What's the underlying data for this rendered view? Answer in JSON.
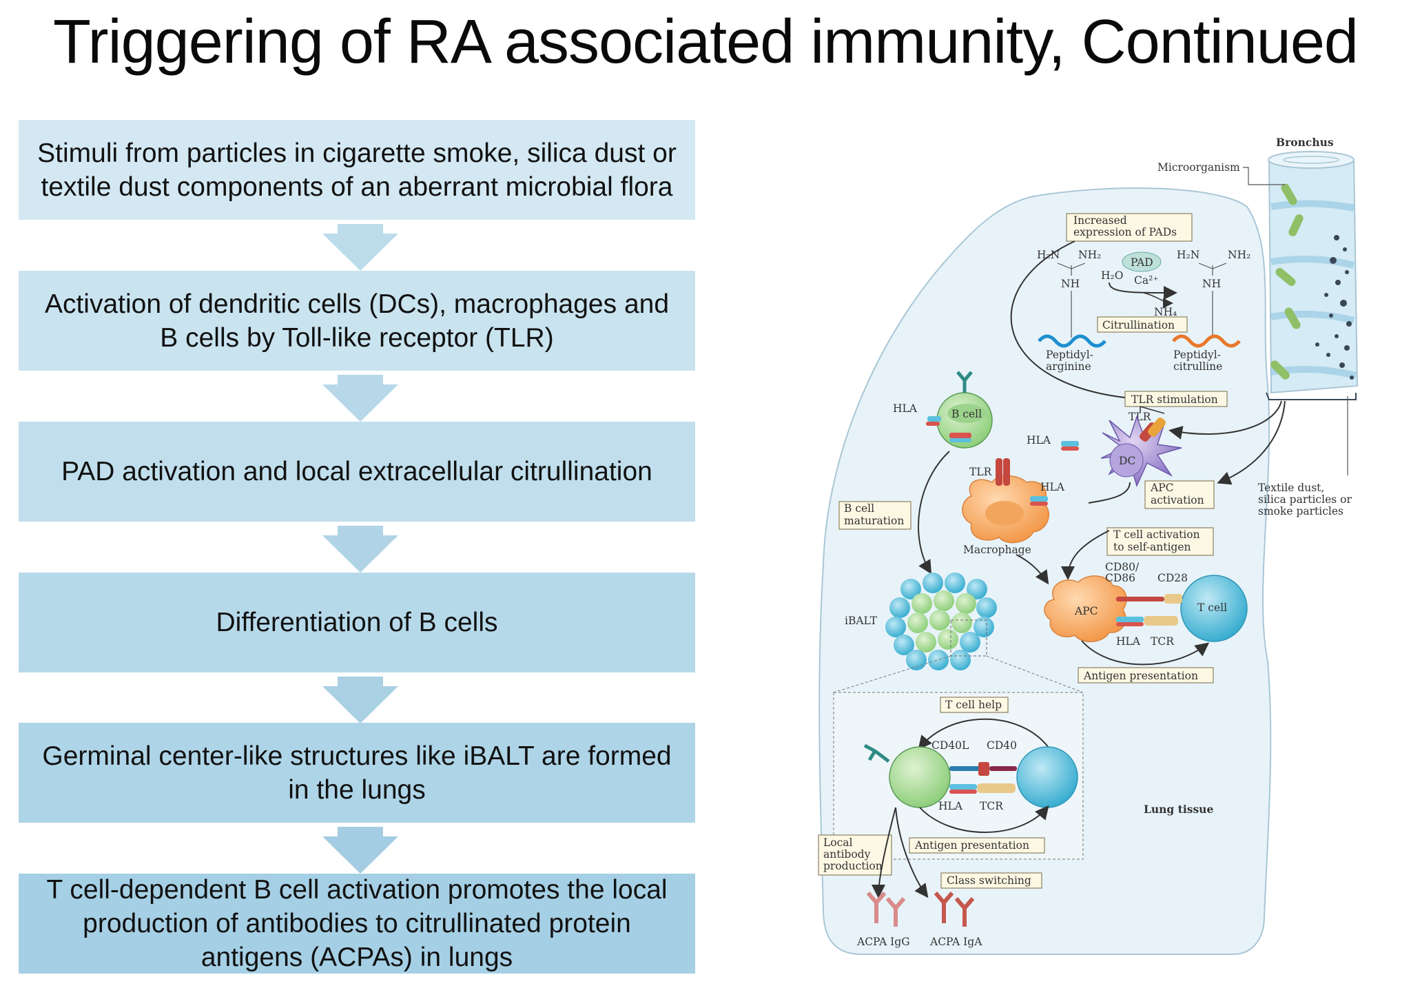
{
  "title": "Triggering of RA associated immunity, Continued",
  "flow": [
    {
      "text": "Stimuli from particles in cigarette smoke, silica dust or textile dust components of an aberrant microbial flora",
      "color": "#d3e8f2"
    },
    {
      "text": "Activation of dendritic cells (DCs), macrophages and B cells by Toll-like receptor (TLR)",
      "color": "#c9e3ef"
    },
    {
      "text": "PAD activation and local extracellular citrullination",
      "color": "#c0deec"
    },
    {
      "text": "Differentiation of B cells",
      "color": "#b6d9ea"
    },
    {
      "text": "Germinal center-like structures like iBALT are formed in the lungs",
      "color": "#aed4e7"
    },
    {
      "text": "T cell-dependent B cell activation promotes the local production of antibodies to citrullinated protein antigens (ACPAs) in lungs",
      "color": "#a5cfe4"
    }
  ],
  "diagram": {
    "bronchus": "Bronchus",
    "microorganism": "Microorganism",
    "increased_pads_1": "Increased",
    "increased_pads_2": "expression of PADs",
    "pad": "PAD",
    "h2n_left": "H₂N",
    "nh2_left": "NH₂",
    "nh_left": "NH",
    "h2o": "H₂O",
    "ca": "Ca²⁺",
    "nh4": "NH₄",
    "h2n_right": "H₂N",
    "nh2_right": "NH₂",
    "nh_right": "NH",
    "citrullination": "Citrullination",
    "peptidyl_arginine_1": "Peptidyl-",
    "peptidyl_arginine_2": "arginine",
    "peptidyl_citrulline_1": "Peptidyl-",
    "peptidyl_citrulline_2": "citrulline",
    "tlr_stimulation": "TLR stimulation",
    "tlr_dc": "TLR",
    "hla_bcell": "HLA",
    "b_cell": "B cell",
    "hla_dc": "HLA",
    "dc": "DC",
    "tlr_macrophage": "TLR",
    "hla_macrophage": "HLA",
    "macrophage": "Macrophage",
    "apc_activation_1": "APC",
    "apc_activation_2": "activation",
    "textile_1": "Textile dust,",
    "textile_2": "silica particles or",
    "textile_3": "smoke particles",
    "b_cell_maturation_1": "B cell",
    "b_cell_maturation_2": "maturation",
    "t_cell_activation_1": "T cell activation",
    "t_cell_activation_2": "to self-antigen",
    "cd80": "CD80/",
    "cd86": "CD86",
    "cd28": "CD28",
    "ibalt": "iBALT",
    "apc": "APC",
    "t_cell": "T cell",
    "hla_apc": "HLA",
    "tcr_apc": "TCR",
    "antigen_presentation_top": "Antigen presentation",
    "t_cell_help": "T cell help",
    "cd40l": "CD40L",
    "cd40": "CD40",
    "hla_inset": "HLA",
    "tcr_inset": "TCR",
    "lung_tissue": "Lung tissue",
    "local_1": "Local",
    "local_2": "antibody",
    "local_3": "production",
    "antigen_presentation_bottom": "Antigen presentation",
    "class_switching": "Class switching",
    "acpa_igg": "ACPA IgG",
    "acpa_iga": "ACPA IgA"
  }
}
